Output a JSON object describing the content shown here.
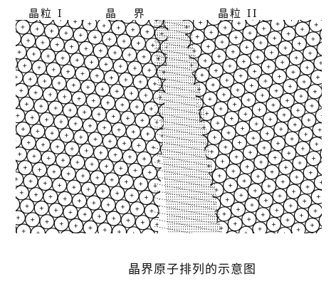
{
  "labels": {
    "grain_left": "晶粒 I",
    "boundary": "晶 界",
    "grain_right": "晶粒 II"
  },
  "caption": "晶界原子排列的示意图",
  "colors": {
    "ink": "#111111",
    "background": "#ffffff"
  }
}
